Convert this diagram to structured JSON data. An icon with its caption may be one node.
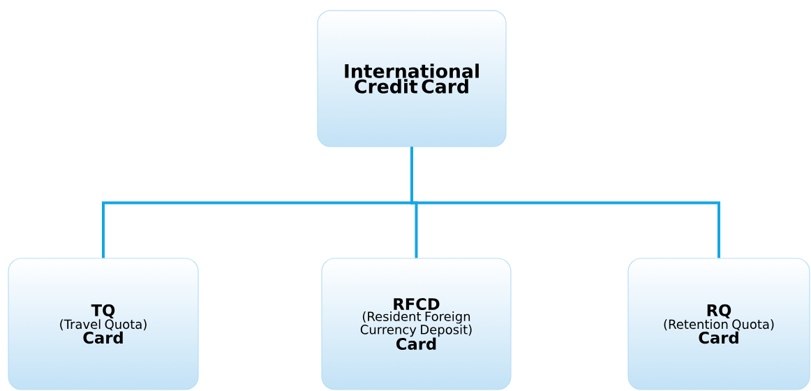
{
  "diagram": {
    "nodes": [
      {
        "text": [
          "International Credit Card"
        ]
      },
      {
        "text": [
          "TQ",
          "(Travel Quota)",
          "Card"
        ]
      },
      {
        "text": [
          "RFCD",
          "(Resident Foreign Currency Deposit)",
          "Card"
        ]
      },
      {
        "text": [
          "RQ",
          "(Retention Quota)",
          "Card"
        ]
      }
    ],
    "edges": [
      {
        "from": 0,
        "to": 1,
        "arrow": "none"
      },
      {
        "from": 0,
        "to": 2,
        "arrow": "none"
      },
      {
        "from": 0,
        "to": 3,
        "arrow": "none"
      }
    ]
  }
}
